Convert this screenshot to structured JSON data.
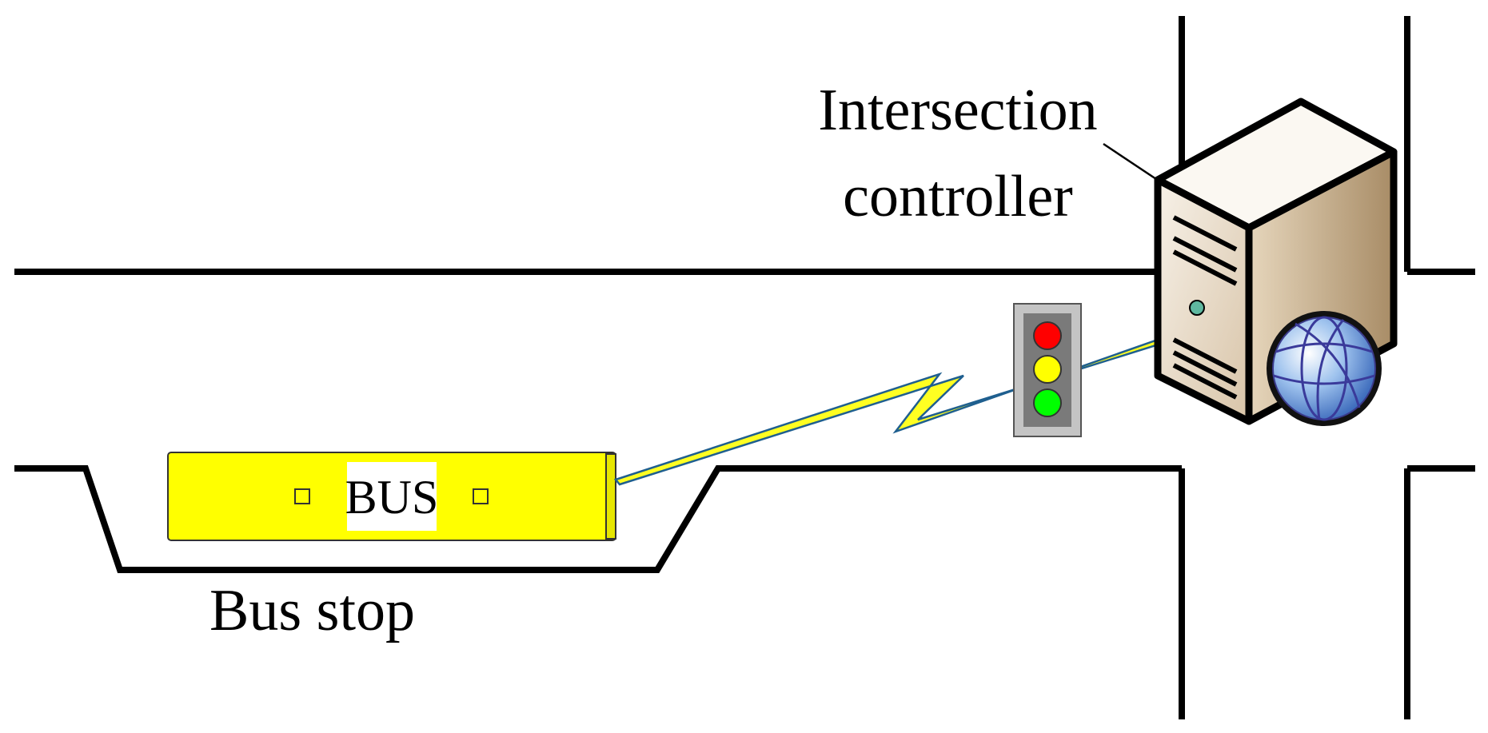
{
  "labels": {
    "controller_line1": "Intersection",
    "controller_line2": "controller",
    "bus": "BUS",
    "bus_stop": "Bus stop"
  },
  "icons": {
    "controller": "server-computer-icon",
    "network": "globe-icon",
    "signal": "traffic-light-icon",
    "link": "lightning-bolt-icon"
  },
  "colors": {
    "road": "#000000",
    "bus_body": "#ffff00",
    "signal_red": "#ff0000",
    "signal_yellow": "#ffff00",
    "signal_green": "#00ff00",
    "bolt_fill": "#ffff22",
    "bolt_outline": "#1f5f8f",
    "globe": "#4a7fcf"
  }
}
